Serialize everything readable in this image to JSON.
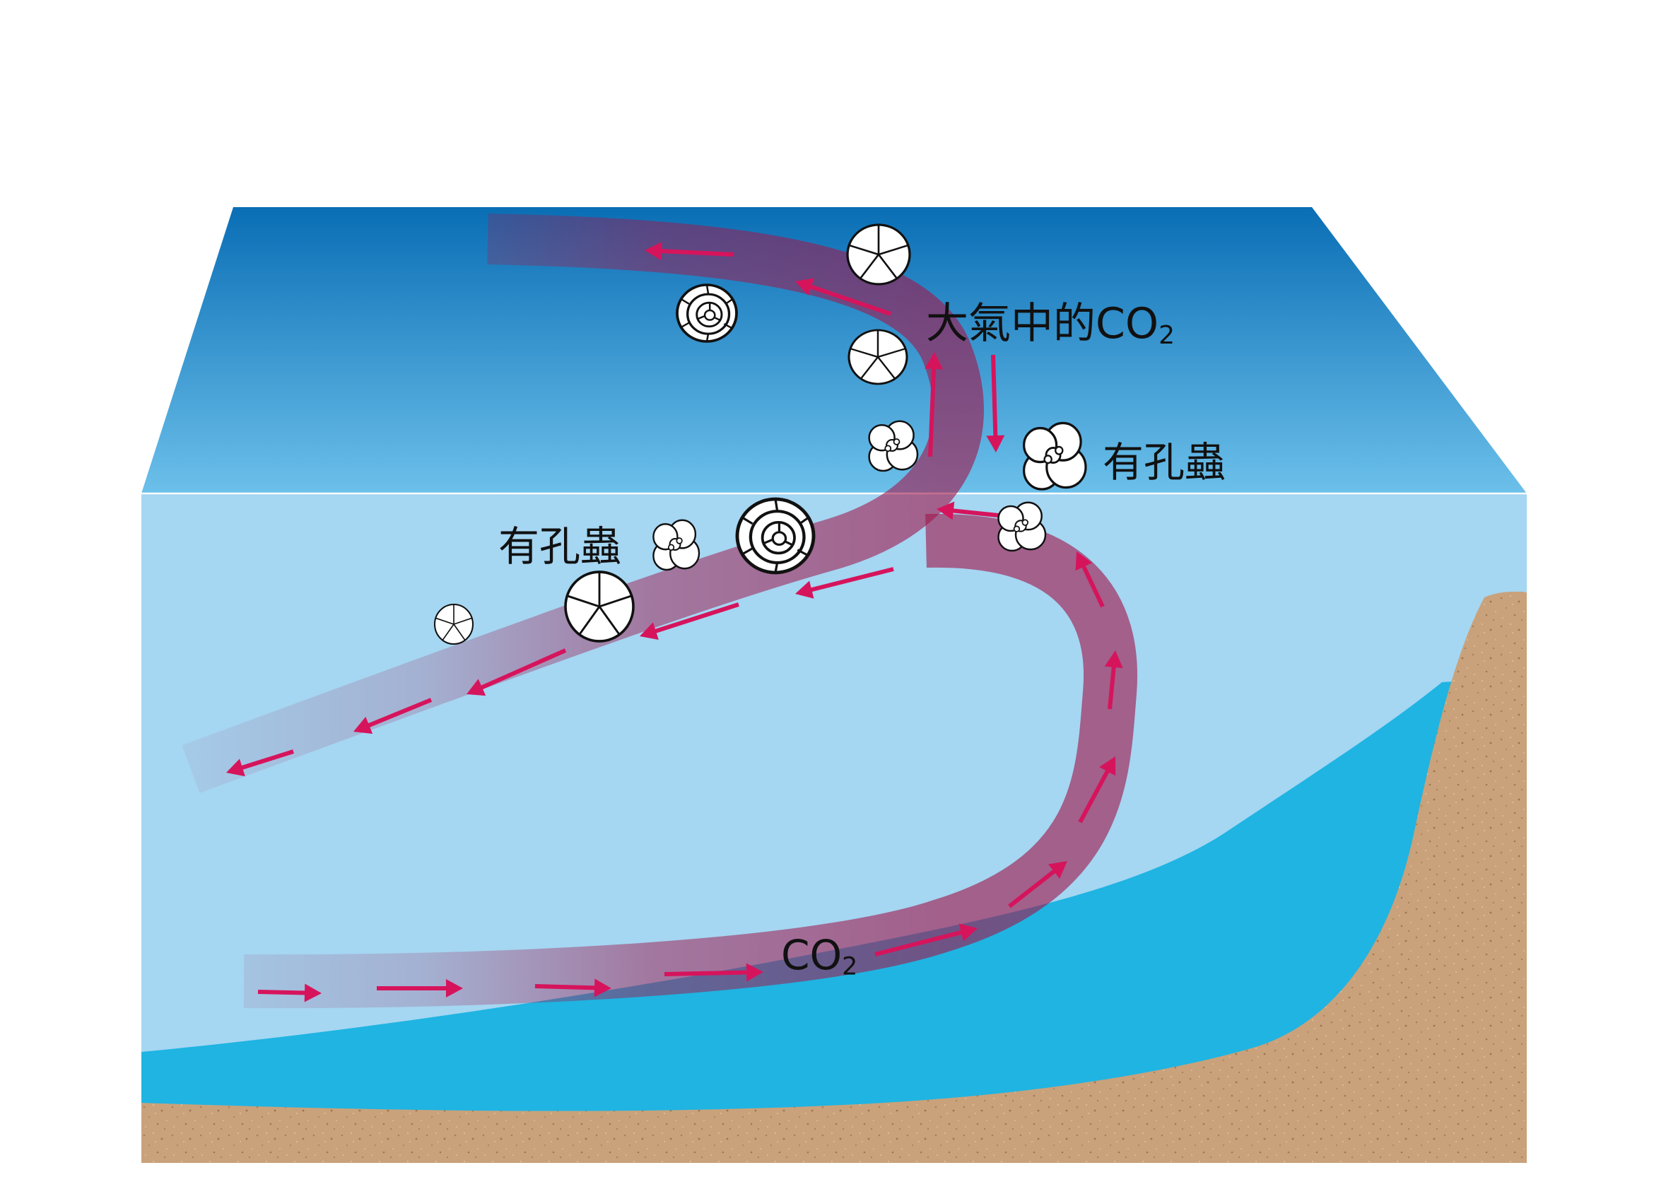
{
  "labels": {
    "atmospheric_co2": {
      "main": "大氣中的CO",
      "sub": "2"
    },
    "foraminifera_right": "有孔蟲",
    "foraminifera_left": "有孔蟲",
    "co2_bottom": {
      "main": "CO",
      "sub": "2"
    }
  },
  "colors": {
    "surface_water_top": "#0a6eb5",
    "surface_water_bottom": "#6cc0ea",
    "deep_water": "#a5d6f2",
    "bottom_water": "#1fb4e2",
    "sediment": "#c9a27b",
    "current_band": "#a0184c",
    "arrow": "#d6145c"
  },
  "icons": {
    "shell": "foraminifera-shell-icon",
    "arrow": "current-flow-arrow"
  }
}
